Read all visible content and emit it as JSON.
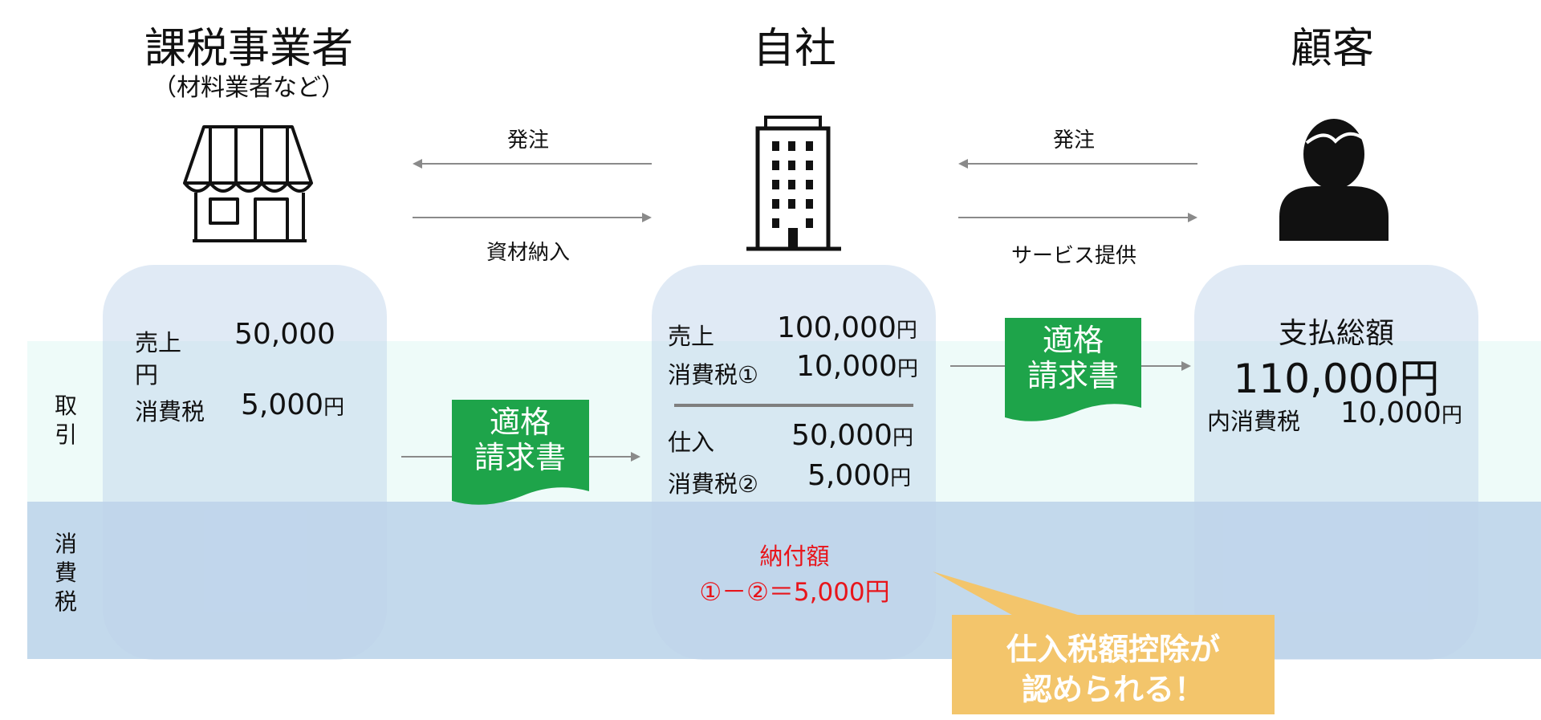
{
  "headers": {
    "supplier_title": "課税事業者",
    "supplier_subtitle": "（材料業者など）",
    "company_title": "自社",
    "customer_title": "顧客"
  },
  "arrows": {
    "order_left": "発注",
    "delivery": "資材納入",
    "order_right": "発注",
    "service": "サービス提供"
  },
  "rows": {
    "transaction": "取\n引",
    "consumption_tax": "消\n費\n税"
  },
  "supplier": {
    "sales_label": "売上",
    "sales_value": "50,000",
    "sales_unit": "円",
    "tax_label": "消費税",
    "tax_value": "5,000",
    "tax_unit": "円"
  },
  "company": {
    "sales_label": "売上",
    "sales_value": "100,000",
    "sales_unit": "円",
    "tax1_label": "消費税①",
    "tax1_value": "10,000",
    "tax1_unit": "円",
    "purchase_label": "仕入",
    "purchase_value": "50,000",
    "purchase_unit": "円",
    "tax2_label": "消費税②",
    "tax2_value": "5,000",
    "tax2_unit": "円",
    "payment_label": "納付額",
    "payment_formula": "①－②＝5,000円"
  },
  "customer": {
    "total_label": "支払総額",
    "total_value": "110,000円",
    "incl_tax_label": "内消費税",
    "incl_tax_value": "10,000",
    "incl_tax_unit": "円"
  },
  "invoices": {
    "left": "適格\n請求書",
    "right": "適格\n請求書"
  },
  "callout": {
    "text": "仕入税額控除が\n認められる！"
  },
  "colors": {
    "invoice_green": "#1ea44a",
    "callout_orange": "#f3c56b",
    "highlight_red": "#e8151b",
    "arrow_gray": "#8a8a8a"
  }
}
